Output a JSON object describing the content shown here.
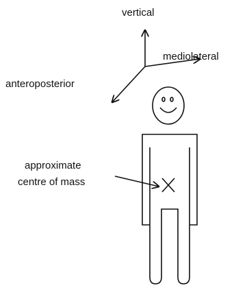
{
  "axes": {
    "vertical": "vertical",
    "mediolateral": "mediolateral",
    "anteroposterior": "anteroposterior"
  },
  "annotation": {
    "line1": "approximate",
    "line2": "centre of mass"
  },
  "colors": {
    "stroke": "#111111",
    "background": "#ffffff"
  }
}
